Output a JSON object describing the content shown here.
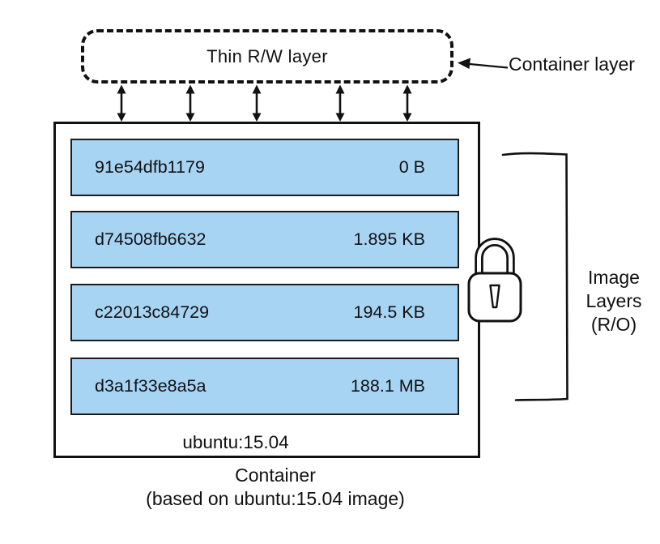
{
  "diagram": {
    "container_layer_box": {
      "label": "Thin R/W layer"
    },
    "container_layer_annotation": {
      "label": "Container layer"
    },
    "container_box": {
      "base_image_label": "ubuntu:15.04",
      "layers": [
        {
          "id": "91e54dfb1179",
          "size": "0 B"
        },
        {
          "id": "d74508fb6632",
          "size": "1.895 KB"
        },
        {
          "id": "c22013c84729",
          "size": "194.5 KB"
        },
        {
          "id": "d3a1f33e8a5a",
          "size": "188.1 MB"
        }
      ]
    },
    "caption": {
      "line1": "Container",
      "line2": "(based on ubuntu:15.04 image)"
    },
    "image_layers_annotation": {
      "line1": "Image",
      "line2": "Layers",
      "line3": "(R/O)"
    },
    "icons": {
      "lock": "lock-icon",
      "sync_arrow": "bidirectional-arrow-icon",
      "pointer_arrow": "arrow-left-icon",
      "bracket": "right-bracket-icon"
    },
    "colors": {
      "layer_fill": "#a8d4f4",
      "stroke": "#111111",
      "background": "#ffffff"
    }
  }
}
